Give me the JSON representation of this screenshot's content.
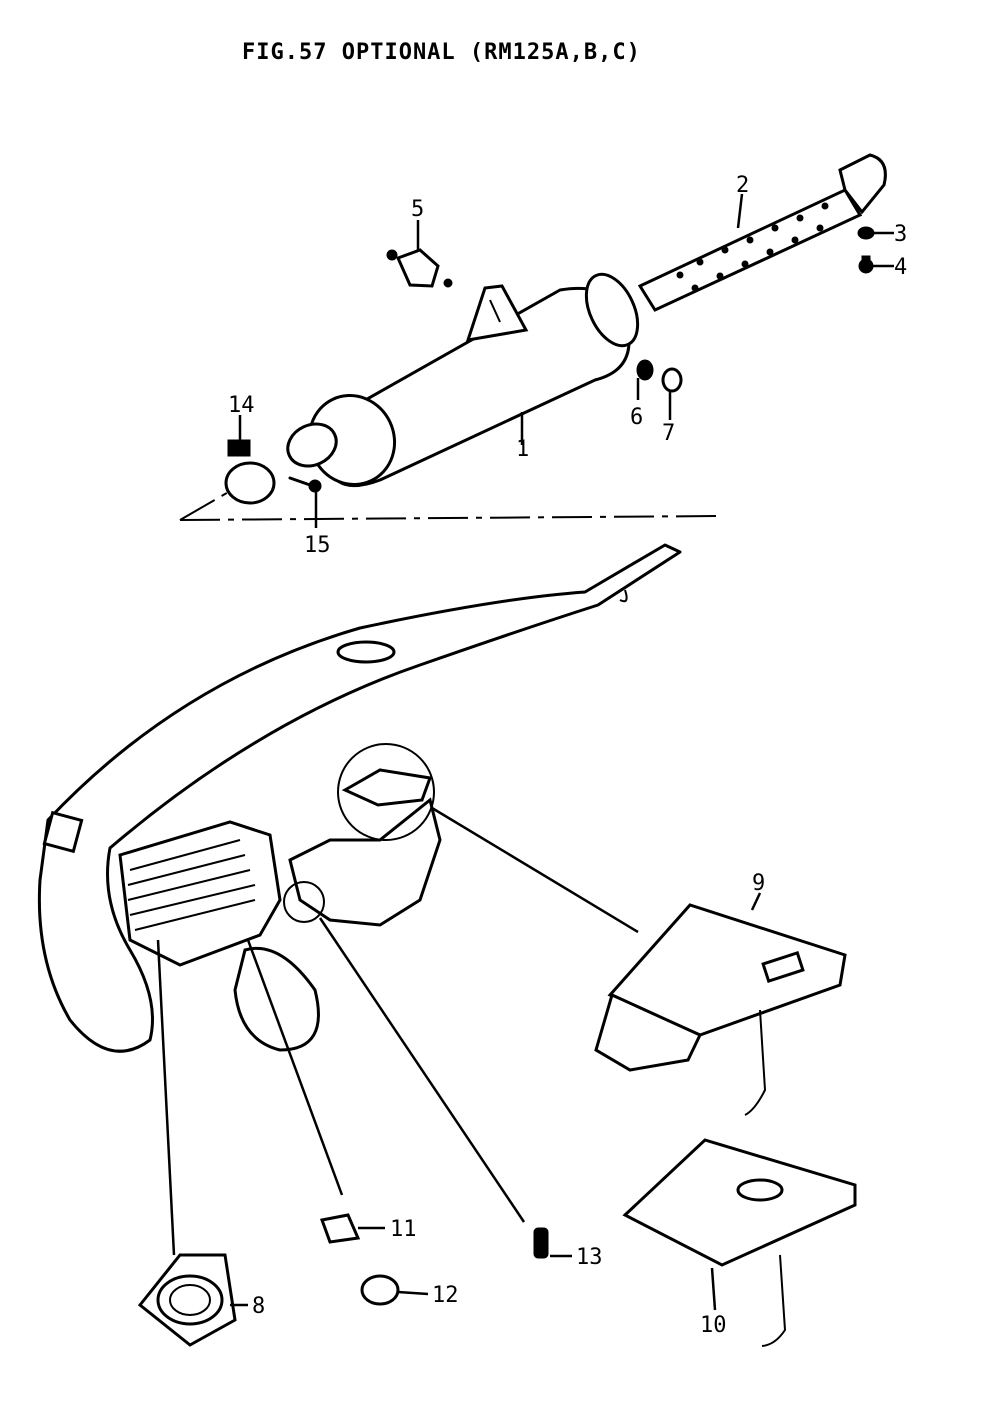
{
  "title": "FIG.57  OPTIONAL (RM125A,B,C)",
  "callouts": [
    "1",
    "2",
    "3",
    "4",
    "5",
    "6",
    "7",
    "8",
    "9",
    "10",
    "11",
    "12",
    "13",
    "14",
    "15"
  ]
}
